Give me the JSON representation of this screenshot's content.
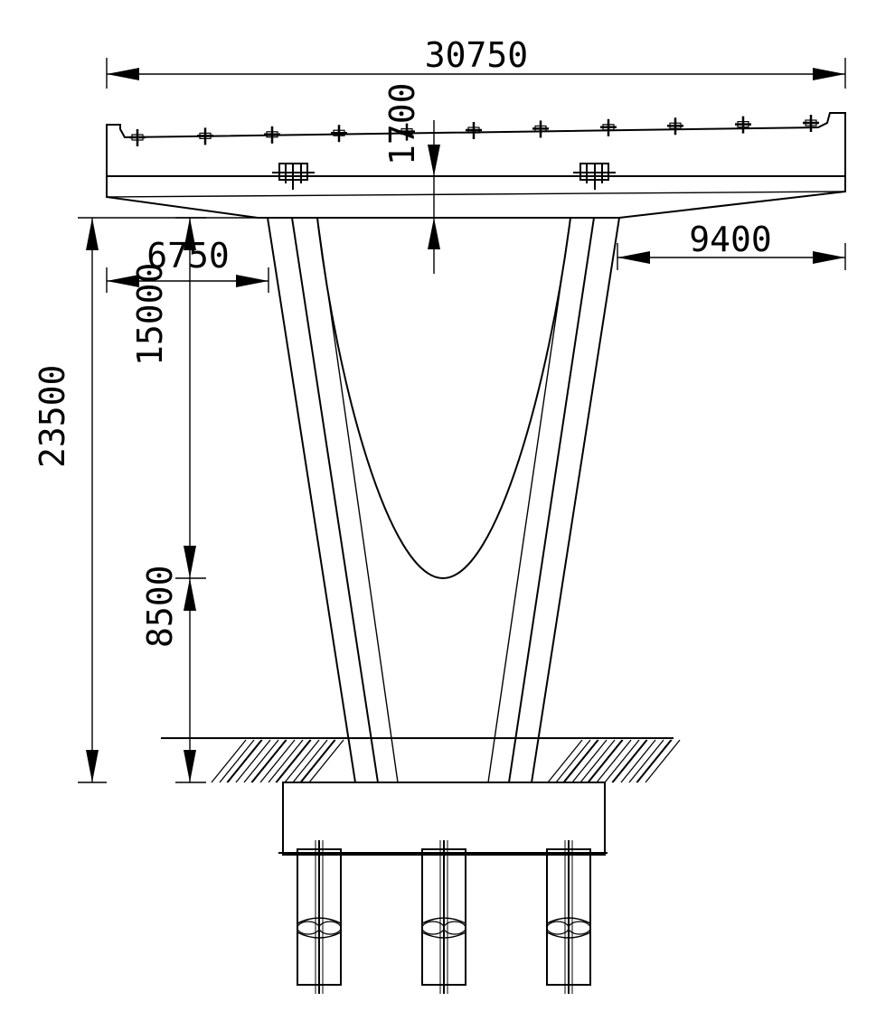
{
  "dimensions": {
    "overall_width": "30750",
    "deck_depth": "1700",
    "left_overhang": "6750",
    "right_overhang": "9400",
    "upper_pier_height": "15000",
    "lower_pier_height": "8500",
    "total_height": "23500"
  },
  "line_color": "#000000",
  "background_color": "#ffffff"
}
